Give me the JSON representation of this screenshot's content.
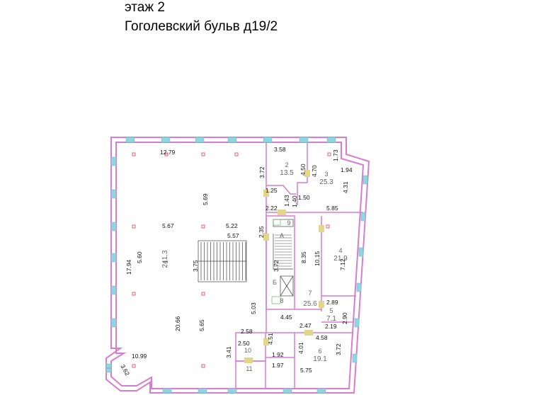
{
  "header": {
    "floor": "этаж 2",
    "address": "Гоголевский бульв д19/2"
  },
  "colors": {
    "wall": "#d77dcf",
    "window": "#8fd6e0",
    "door": "#e3d68a",
    "stair": "#444444"
  },
  "rooms": [
    {
      "id": "r1",
      "number": "1",
      "area": "241.3"
    },
    {
      "id": "r2",
      "number": "2",
      "area": "13.5"
    },
    {
      "id": "r3",
      "number": "3",
      "area": "25.3"
    },
    {
      "id": "r4",
      "number": "4",
      "area": "21.9"
    },
    {
      "id": "r5",
      "number": "5",
      "area": "7.1"
    },
    {
      "id": "r6",
      "number": "6",
      "area": "19.1"
    },
    {
      "id": "r7",
      "number": "7",
      "area": "25.6"
    },
    {
      "id": "r8",
      "number": "8",
      "area": ""
    },
    {
      "id": "r9",
      "number": "9",
      "area": ""
    },
    {
      "id": "r10",
      "number": "10",
      "area": ""
    },
    {
      "id": "r11",
      "number": "11",
      "area": ""
    }
  ],
  "dimensions": [
    {
      "id": "d1",
      "text": "12.79"
    },
    {
      "id": "d2",
      "text": "3.58"
    },
    {
      "id": "d3",
      "text": "1.73"
    },
    {
      "id": "d4",
      "text": "1.94"
    },
    {
      "id": "d5",
      "text": "3.72"
    },
    {
      "id": "d6",
      "text": "4.50"
    },
    {
      "id": "d7",
      "text": "4.70"
    },
    {
      "id": "d8",
      "text": "4.31"
    },
    {
      "id": "d9",
      "text": "1.25"
    },
    {
      "id": "d10",
      "text": "1.50"
    },
    {
      "id": "d11",
      "text": "1.43"
    },
    {
      "id": "d12",
      "text": "1.40"
    },
    {
      "id": "d13",
      "text": "5.69"
    },
    {
      "id": "d14",
      "text": "2.22"
    },
    {
      "id": "d15",
      "text": "5.85"
    },
    {
      "id": "d16",
      "text": "5.67"
    },
    {
      "id": "d17",
      "text": "5.22"
    },
    {
      "id": "d18",
      "text": "5.57"
    },
    {
      "id": "d19",
      "text": "2.35"
    },
    {
      "id": "d20",
      "text": "17.94"
    },
    {
      "id": "d21",
      "text": "5.60"
    },
    {
      "id": "d22",
      "text": "3.75"
    },
    {
      "id": "d23",
      "text": "8.35"
    },
    {
      "id": "d24",
      "text": "10.15"
    },
    {
      "id": "d25",
      "text": "7.12"
    },
    {
      "id": "d26",
      "text": "3.72"
    },
    {
      "id": "d27",
      "text": "2.89"
    },
    {
      "id": "d28",
      "text": "5.03"
    },
    {
      "id": "d29",
      "text": "4.45"
    },
    {
      "id": "d30",
      "text": "2.90"
    },
    {
      "id": "d31",
      "text": "20.66"
    },
    {
      "id": "d32",
      "text": "5.65"
    },
    {
      "id": "d33",
      "text": "2.47"
    },
    {
      "id": "d34",
      "text": "2.19"
    },
    {
      "id": "d35",
      "text": "2.58"
    },
    {
      "id": "d36",
      "text": "4.58"
    },
    {
      "id": "d37",
      "text": "2.50"
    },
    {
      "id": "d38",
      "text": "4.51"
    },
    {
      "id": "d39",
      "text": "1.92"
    },
    {
      "id": "d40",
      "text": "4.01"
    },
    {
      "id": "d41",
      "text": "3.72"
    },
    {
      "id": "d42",
      "text": "10.99"
    },
    {
      "id": "d43",
      "text": "3.41"
    },
    {
      "id": "d44",
      "text": "1.97"
    },
    {
      "id": "d45",
      "text": "5.75"
    },
    {
      "id": "d46",
      "text": "3.62"
    }
  ],
  "markers": {
    "a": "A",
    "b": "Б"
  }
}
